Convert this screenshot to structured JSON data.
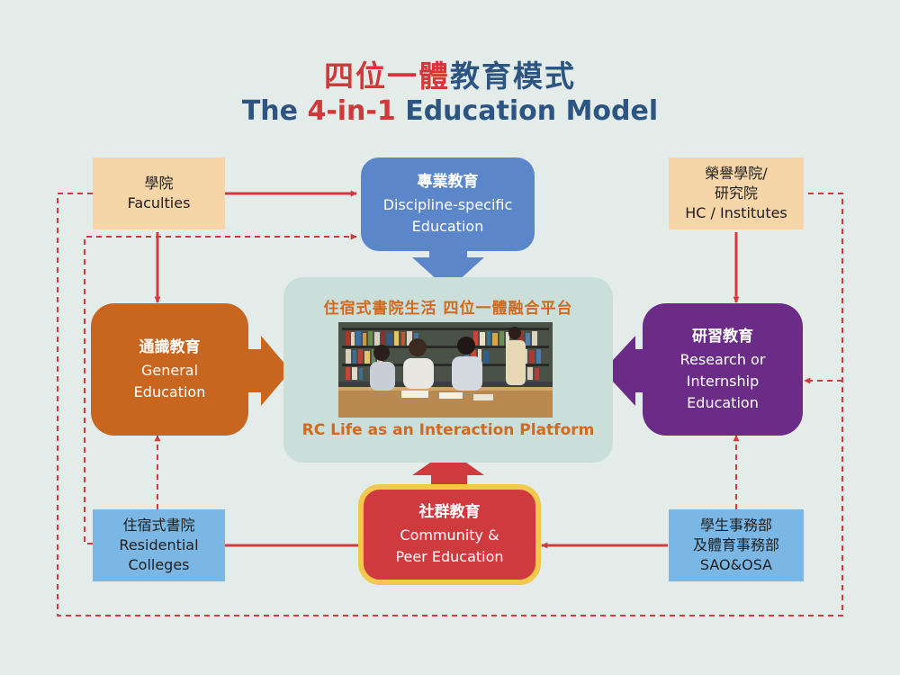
{
  "title": {
    "chinese_part1": "四位一體",
    "chinese_part2": "教育模式",
    "english_prefix": "The ",
    "english_accent": "4-in-1",
    "english_suffix": " Education Model"
  },
  "sources": {
    "faculties": {
      "cn": "學院",
      "en": "Faculties"
    },
    "honours": {
      "cn_line1": "榮譽學院/",
      "cn_line2": "研究院",
      "en": "HC / Institutes"
    },
    "residential": {
      "cn": "住宿式書院",
      "en_line1": "Residential",
      "en_line2": "Colleges"
    },
    "student_affairs": {
      "cn_line1": "學生事務部",
      "cn_line2": "及體育事務部",
      "en": "SAO&OSA"
    }
  },
  "education": {
    "discipline": {
      "cn": "專業教育",
      "en_line1": "Discipline-specific",
      "en_line2": "Education"
    },
    "general": {
      "cn": "通識教育",
      "en_line1": "General",
      "en_line2": "Education"
    },
    "research": {
      "cn": "研習教育",
      "en_line1": "Research or",
      "en_line2": "Internship",
      "en_line3": "Education"
    },
    "community": {
      "cn": "社群教育",
      "en_line1": "Community &",
      "en_line2": "Peer Education"
    }
  },
  "platform": {
    "cn": "住宿式書院生活 四位一體融合平台",
    "en": "RC Life as an Interaction Platform"
  },
  "colors": {
    "title_red": "#d0393a",
    "title_blue": "#2d5583",
    "arrow_red": "#d23a3e",
    "discipline": "#5b86c9",
    "general": "#c8651e",
    "research": "#6a2c86",
    "community": "#cf3a3f",
    "community_border": "#f1c84b",
    "platform": "#cadfd9",
    "source_peach": "#f6d5a8",
    "source_blue": "#7ab7e4",
    "platform_text": "#d2691e"
  },
  "icons": {
    "photo": "students-studying-photo",
    "arrow": "arrow-head-icon"
  }
}
